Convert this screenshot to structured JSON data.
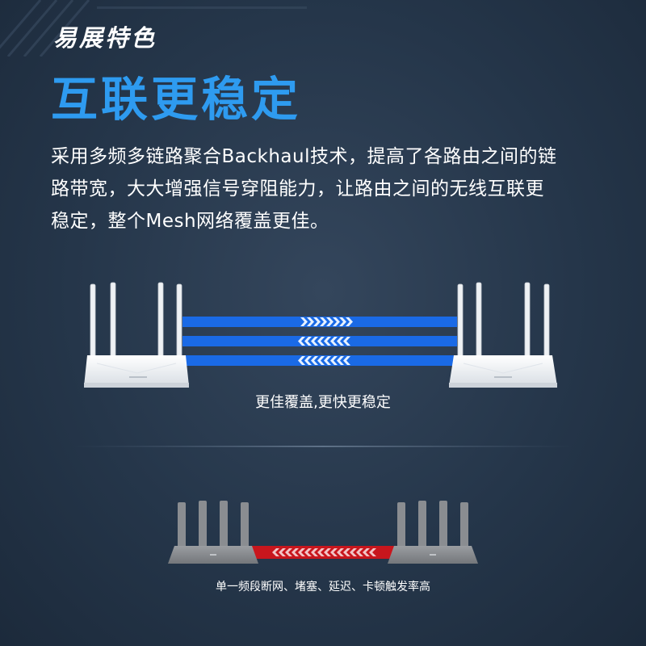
{
  "header": {
    "tag_title": "易展特色",
    "hero_title": "互联更稳定"
  },
  "description": {
    "lines": [
      "采用多频多链路聚合Backhaul技术，提高了各路由之间的链",
      "路带宽，大大增强信号穿阻能力，让路由之间的无线互联更",
      "稳定，整个Mesh网络覆盖更佳。"
    ]
  },
  "mesh_section": {
    "caption": "更佳覆盖,更快更稳定",
    "link_color": "#1a6ae6",
    "router_color": "#f4f6f8"
  },
  "single_band_section": {
    "caption": "单一频段断网、堵塞、延迟、卡顿触发率高",
    "link_color": "#c8161d",
    "router_color": "#8a8d91"
  },
  "colors": {
    "accent_blue": "#2e9bf0",
    "background": "#25364a"
  }
}
